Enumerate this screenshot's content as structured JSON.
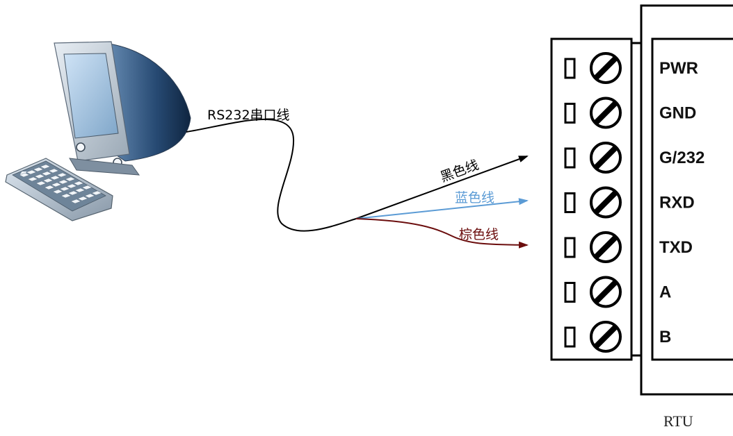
{
  "diagram": {
    "cable_label": "RS232串口线",
    "device_label": "RTU",
    "wires": [
      {
        "id": "black",
        "label": "黑色线",
        "color": "#000000"
      },
      {
        "id": "blue",
        "label": "蓝色线",
        "color": "#5b9bd5"
      },
      {
        "id": "brown",
        "label": "棕色线",
        "color": "#6b0d0d"
      }
    ],
    "terminals": [
      "PWR",
      "GND",
      "G/232",
      "RXD",
      "TXD",
      "A",
      "B"
    ]
  }
}
